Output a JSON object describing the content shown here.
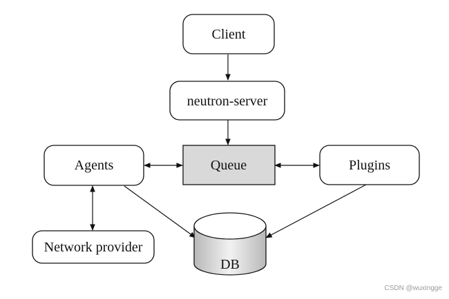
{
  "diagram": {
    "nodes": {
      "client": "Client",
      "server": "neutron-server",
      "queue": "Queue",
      "agents": "Agents",
      "plugins": "Plugins",
      "network_provider": "Network provider",
      "db": "DB"
    },
    "edges": [
      {
        "from": "Client",
        "to": "neutron-server",
        "direction": "one-way"
      },
      {
        "from": "neutron-server",
        "to": "Queue",
        "direction": "one-way"
      },
      {
        "from": "Agents",
        "to": "Queue",
        "direction": "two-way"
      },
      {
        "from": "Queue",
        "to": "Plugins",
        "direction": "two-way"
      },
      {
        "from": "Agents",
        "to": "Network provider",
        "direction": "two-way"
      },
      {
        "from": "Agents",
        "to": "DB",
        "direction": "one-way"
      },
      {
        "from": "Plugins",
        "to": "DB",
        "direction": "one-way"
      }
    ],
    "colors": {
      "node_fill": "#ffffff",
      "queue_fill": "#d9d9d9",
      "stroke": "#111111",
      "db_shade": "#c8c8c8"
    }
  },
  "watermark": "CSDN @wuxingge"
}
